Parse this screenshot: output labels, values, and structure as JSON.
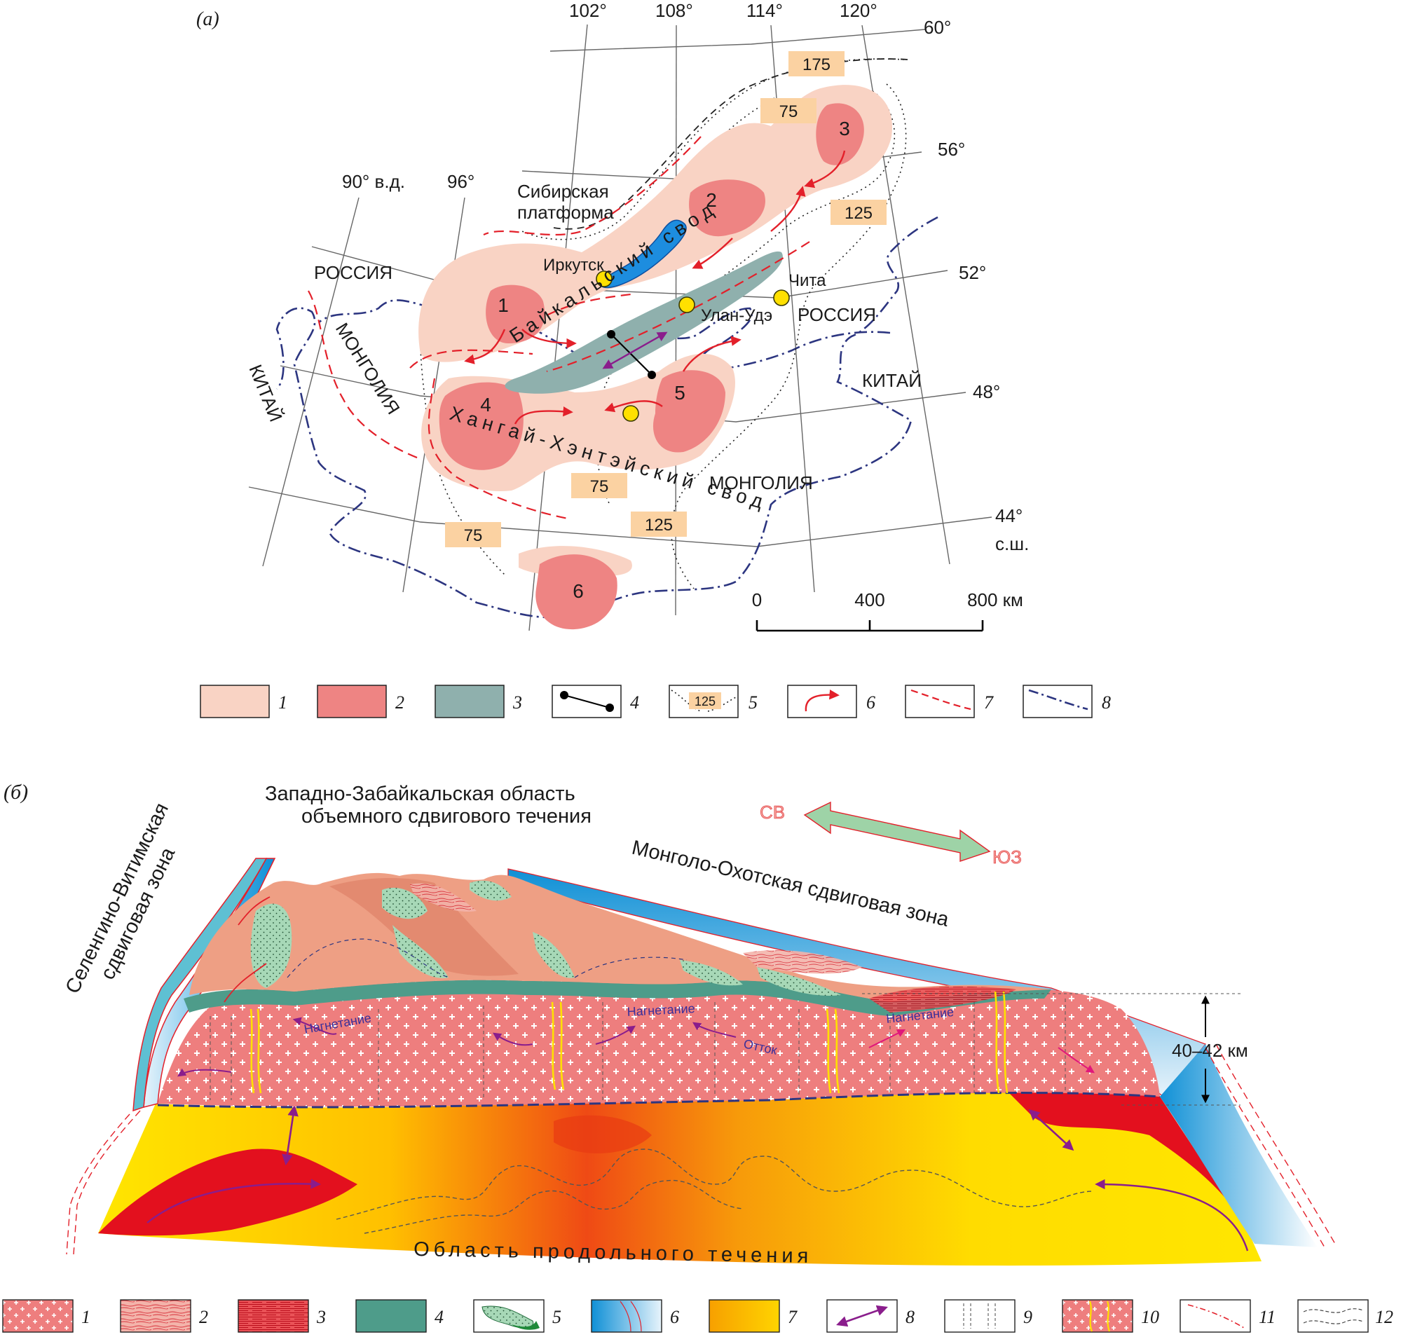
{
  "panel_a": {
    "label": "(а)",
    "lon_labels": [
      "102°",
      "108°",
      "114°",
      "120°",
      "90° в.д.",
      "96°"
    ],
    "lat_labels": [
      "60°",
      "56°",
      "52°",
      "48°",
      "44°",
      "с.ш."
    ],
    "place_labels": {
      "siberian_line1": "Сибирская",
      "siberian_line2": "платформа",
      "russia_w": "РОССИЯ",
      "russia_e": "РОССИЯ",
      "mongolia_w": "МОНГОЛИЯ",
      "mongolia_s": "МОНГОЛИЯ",
      "china_w": "КИТАЙ",
      "china_e": "КИТАЙ"
    },
    "cities": [
      "Иркутск",
      "Улан-Удэ",
      "Чита"
    ],
    "arch_labels": {
      "baikal": "Байкальский свод",
      "khangai": "Хангай-Хэнтэйский свод"
    },
    "zone_numbers": [
      "1",
      "2",
      "3",
      "4",
      "5",
      "6"
    ],
    "contour_values": [
      "175",
      "75",
      "125",
      "75",
      "125",
      "75"
    ],
    "scale": {
      "zero": "0",
      "mid": "400",
      "end": "800 км"
    },
    "legend_numbers": [
      "1",
      "2",
      "3",
      "4",
      "5",
      "6",
      "7",
      "8"
    ],
    "legend_5_value": "125"
  },
  "panel_b": {
    "label": "(б)",
    "title_line1": "Западно-Забайкальская область",
    "title_line2": "объемного сдвигового течения",
    "zone_left_line1": "Селенгино-Витимская",
    "zone_left_line2": "сдвиговая зона",
    "zone_right": "Монголо-Охотская сдвиговая зона",
    "direction_ne": "СВ",
    "direction_sw": "ЮЗ",
    "injection_labels": [
      "Нагнетание",
      "Нагнетание",
      "Нагнетание"
    ],
    "outflow_label": "Отток",
    "thickness": "40–42 км",
    "bottom_label": "Область продольного течения",
    "legend_numbers": [
      "1",
      "2",
      "3",
      "4",
      "5",
      "6",
      "7",
      "8",
      "9",
      "10",
      "11",
      "12"
    ]
  },
  "colors": {
    "uplift_light": "#f9d3c4",
    "uplift_core": "#ee8483",
    "rift_zone": "#8fb0ad",
    "fault_red": "#e3202a",
    "border_navy": "#2c3580",
    "contour_box": "#fbd2a2",
    "granite": "#ee7e7e",
    "lower_crust": "#4e9c8a",
    "hot_mantle": "#e3101e",
    "mantle_yellow": "#ffe000",
    "shear_blue": "#0f90d6",
    "arrow_purple": "#8a1d8c"
  }
}
